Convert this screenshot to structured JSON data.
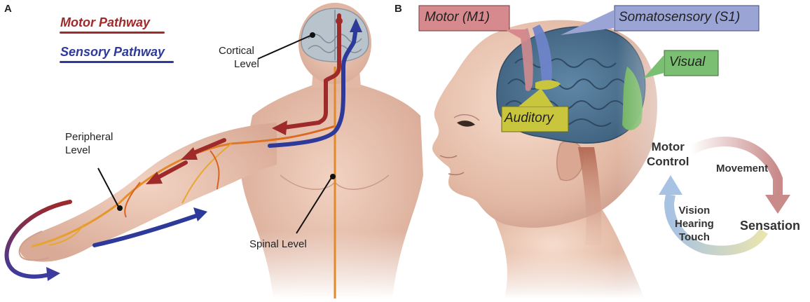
{
  "panels": {
    "a_letter": "A",
    "b_letter": "B"
  },
  "legend": {
    "motor": {
      "label": "Motor Pathway",
      "color": "#9e2a2a"
    },
    "sensory": {
      "label": "Sensory Pathway",
      "color": "#2d3a9a"
    }
  },
  "levels": {
    "cortical_line1": "Cortical",
    "cortical_line2": "Level",
    "peripheral_line1": "Peripheral",
    "peripheral_line2": "Level",
    "spinal": "Spinal Level"
  },
  "regions": {
    "motor": {
      "label": "Motor (M1)",
      "color": "#d78a8e"
    },
    "somatosensory": {
      "label": "Somatosensory (S1)",
      "color": "#9aa5d6"
    },
    "visual": {
      "label": "Visual",
      "color": "#7bbf72"
    },
    "auditory": {
      "label": "Auditory",
      "color": "#c9c63e"
    }
  },
  "cycle": {
    "motor_control_line1": "Motor",
    "motor_control_line2": "Control",
    "movement": "Movement",
    "sensation": "Sensation",
    "vision": "Vision",
    "hearing": "Hearing",
    "touch": "Touch"
  }
}
